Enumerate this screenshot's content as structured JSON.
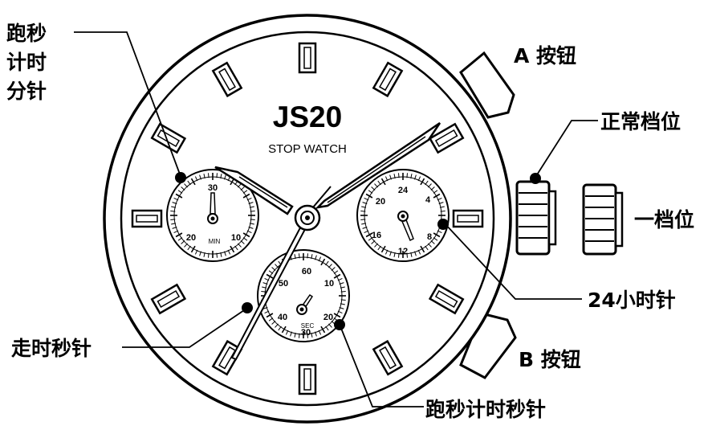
{
  "brand": {
    "model": "JS20",
    "subtitle": "STOP WATCH"
  },
  "callouts": {
    "chrono_minute_hand": [
      "跑秒",
      "计时",
      "分针"
    ],
    "button_a": "A 按钮",
    "crown_normal": "正常档位",
    "crown_first": "一档位",
    "hour24_hand": "24小时针",
    "running_second_hand": "走时秒针",
    "button_b": "B 按钮",
    "chrono_second_hand": "跑秒计时秒针"
  },
  "subdials": {
    "minute": {
      "top": "30",
      "left": "20",
      "right": "10",
      "unit": "MIN"
    },
    "hour24": {
      "top": "24",
      "top_right": "4",
      "left_top": "20",
      "left": "16",
      "right": "8",
      "bottom": "12"
    },
    "seconds": {
      "top": "60",
      "left_top": "50",
      "right_top": "10",
      "left": "40",
      "right": "20",
      "bottom": "30",
      "unit": "SEC"
    }
  },
  "colors": {
    "ink": "#000000",
    "paper": "#ffffff"
  }
}
